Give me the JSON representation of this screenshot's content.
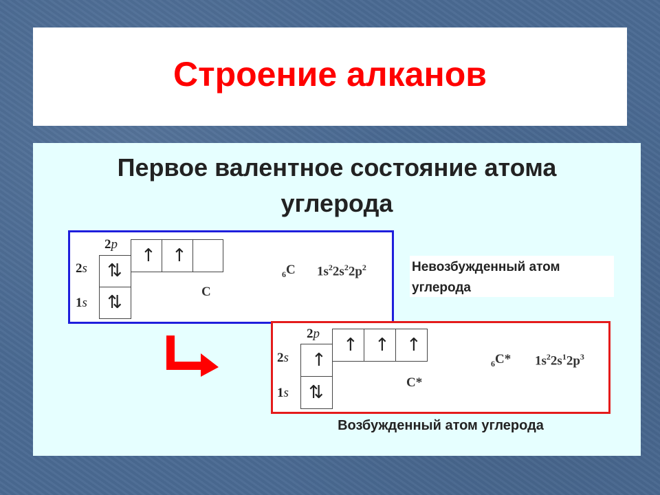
{
  "title": "Строение алканов",
  "subtitle": {
    "line1": "Первое валентное состояние атома",
    "line2": "углерода"
  },
  "ground_state": {
    "label_2p": "2",
    "label_2p_letter": "p",
    "label_2s": "2",
    "label_2s_letter": "s",
    "label_1s": "1",
    "label_1s_letter": "s",
    "symbol": "C",
    "formula_prefix": "6",
    "formula_elem": "C",
    "config": [
      "1s",
      "2",
      "2s",
      "2",
      "2p",
      "2"
    ],
    "cells": {
      "s1": "⇅",
      "s2": "⇅",
      "p1": "↑",
      "p2": "↑",
      "p3": ""
    },
    "caption_line1": "Невозбужденный атом",
    "caption_line2": "углерода"
  },
  "excited_state": {
    "label_2p": "2",
    "label_2p_letter": "p",
    "label_2s": "2",
    "label_2s_letter": "s",
    "label_1s": "1",
    "label_1s_letter": "s",
    "symbol": "C*",
    "formula_prefix": "6",
    "formula_elem": "C*",
    "config": [
      "1s",
      "2",
      "2s",
      "1",
      "2p",
      "3"
    ],
    "cells": {
      "s1": "⇅",
      "s2": "↑",
      "p1": "↑",
      "p2": "↑",
      "p3": "↑"
    },
    "caption": "Возбужденный атом углерода"
  },
  "colors": {
    "title": "#ff0000",
    "ground_frame": "#1e1edc",
    "excited_frame": "#e41b1b",
    "arrow": "#ff0000"
  },
  "icons": [
    "arrow-down-right-icon"
  ]
}
